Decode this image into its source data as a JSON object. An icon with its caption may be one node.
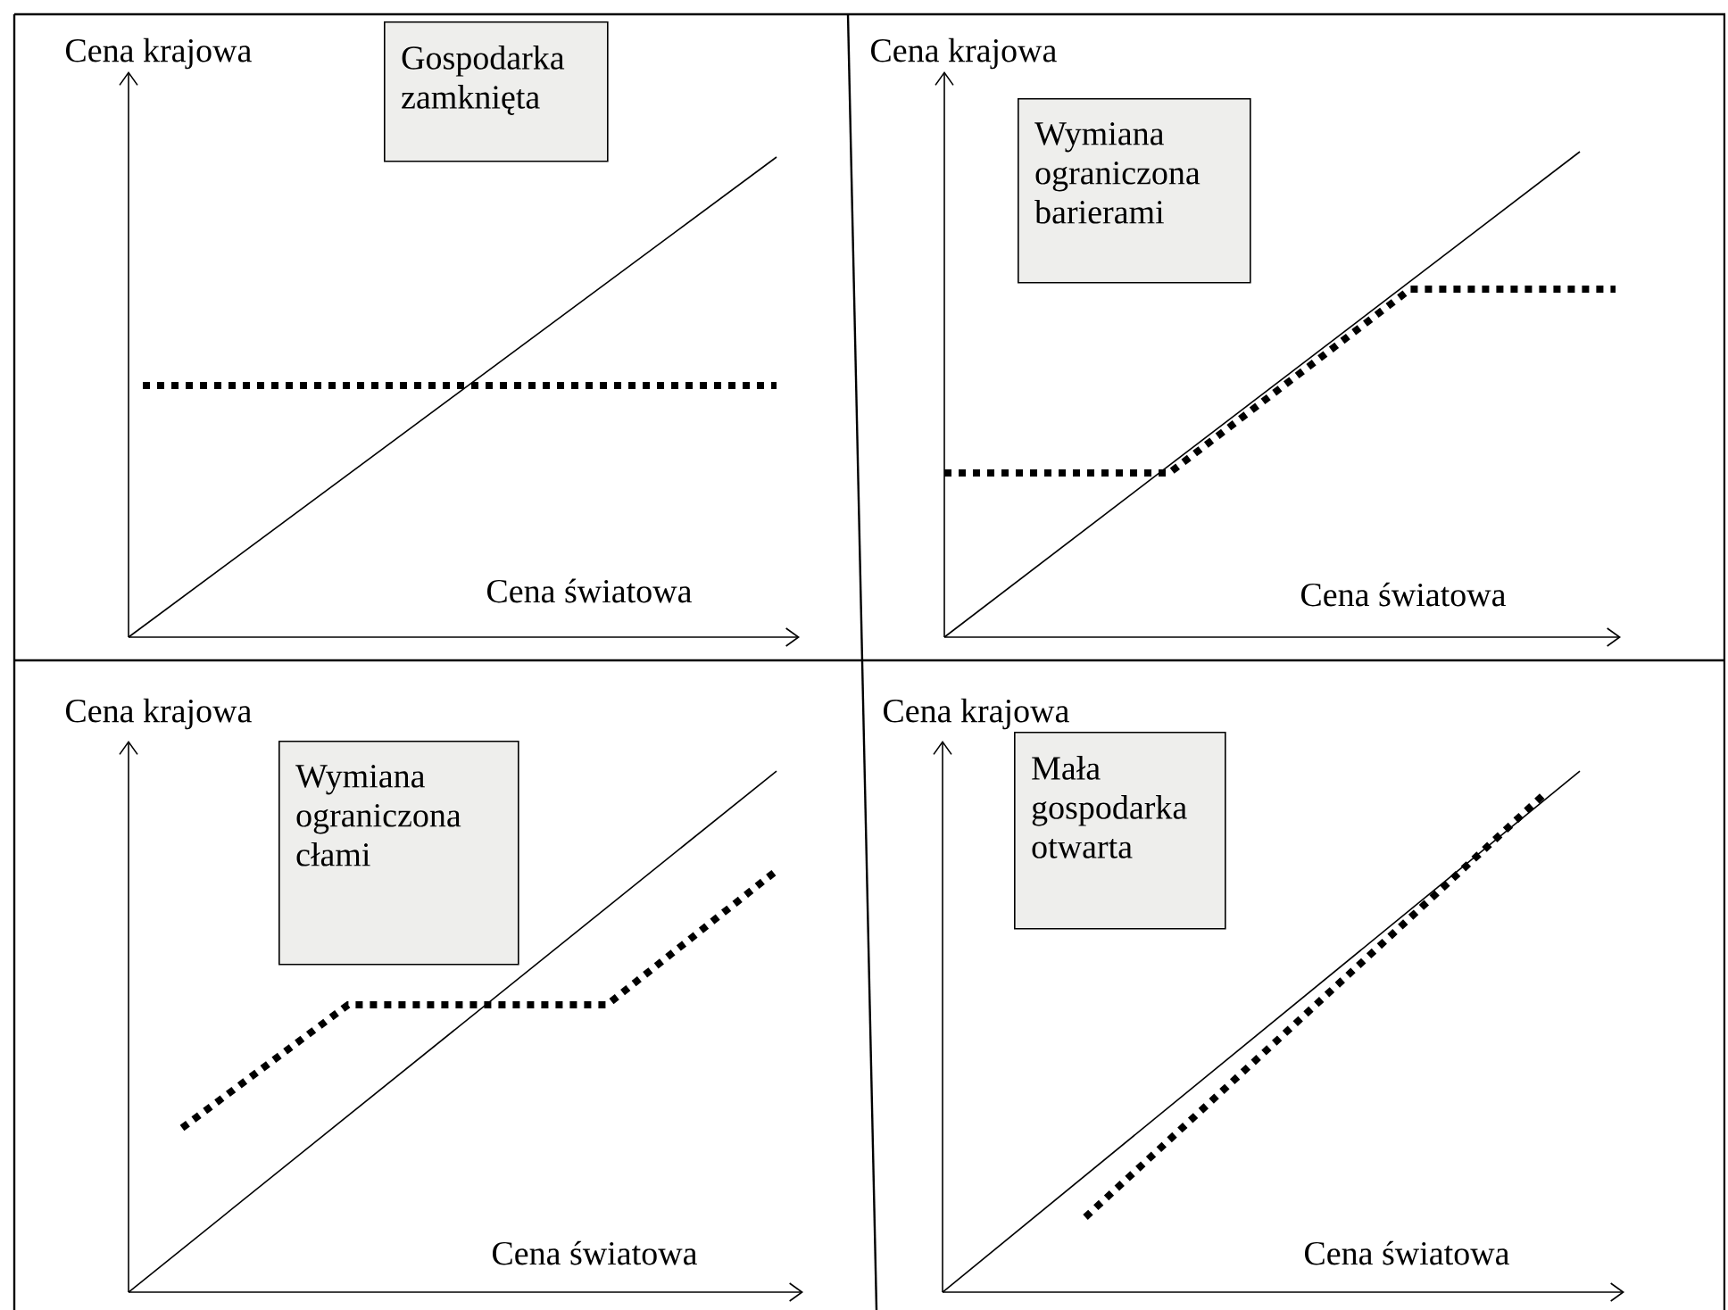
{
  "diagram": {
    "nodes": [
      {
        "text": [
          "Gospodarka zamknięta"
        ]
      },
      {
        "text": [
          "Wymiana ograniczona barierami"
        ]
      },
      {
        "text": [
          "Wymiana ograniczona cłami"
        ]
      },
      {
        "text": [
          "Mała gospodarka otwarta"
        ]
      }
    ],
    "labels": [
      "Cena krajowa",
      "Cena światowa",
      "Cena krajowa",
      "Cena światowa",
      "Cena krajowa",
      "Cena światowa",
      "Cena krajowa",
      "Cena światowa"
    ]
  }
}
